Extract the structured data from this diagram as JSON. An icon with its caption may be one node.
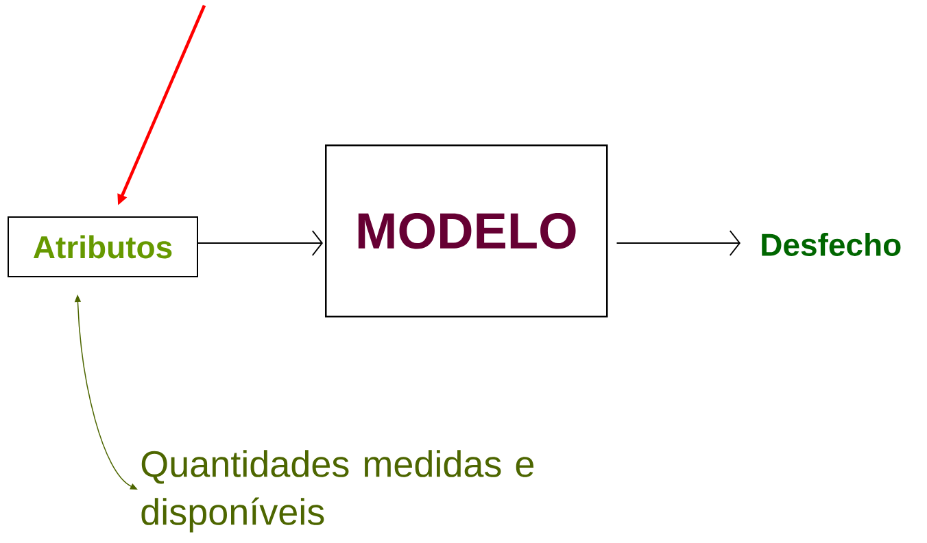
{
  "diagram": {
    "nodes": [
      {
        "text": [
          "Atributos"
        ]
      },
      {
        "text": [
          "MODELO"
        ]
      },
      {
        "text": [
          "Desfecho"
        ]
      },
      {
        "text": [
          "Quantidades medidas e disponíveis"
        ]
      }
    ],
    "edges": [
      {
        "from": 0,
        "to": 1,
        "arrow": "to"
      },
      {
        "from": 1,
        "to": 2,
        "arrow": "to"
      },
      {
        "from": null,
        "to": 0,
        "arrow": "to",
        "style": "thick",
        "color": "#ff0000"
      },
      {
        "from": 3,
        "to": 0,
        "arrow": "both",
        "color": "#4d6600"
      }
    ]
  }
}
